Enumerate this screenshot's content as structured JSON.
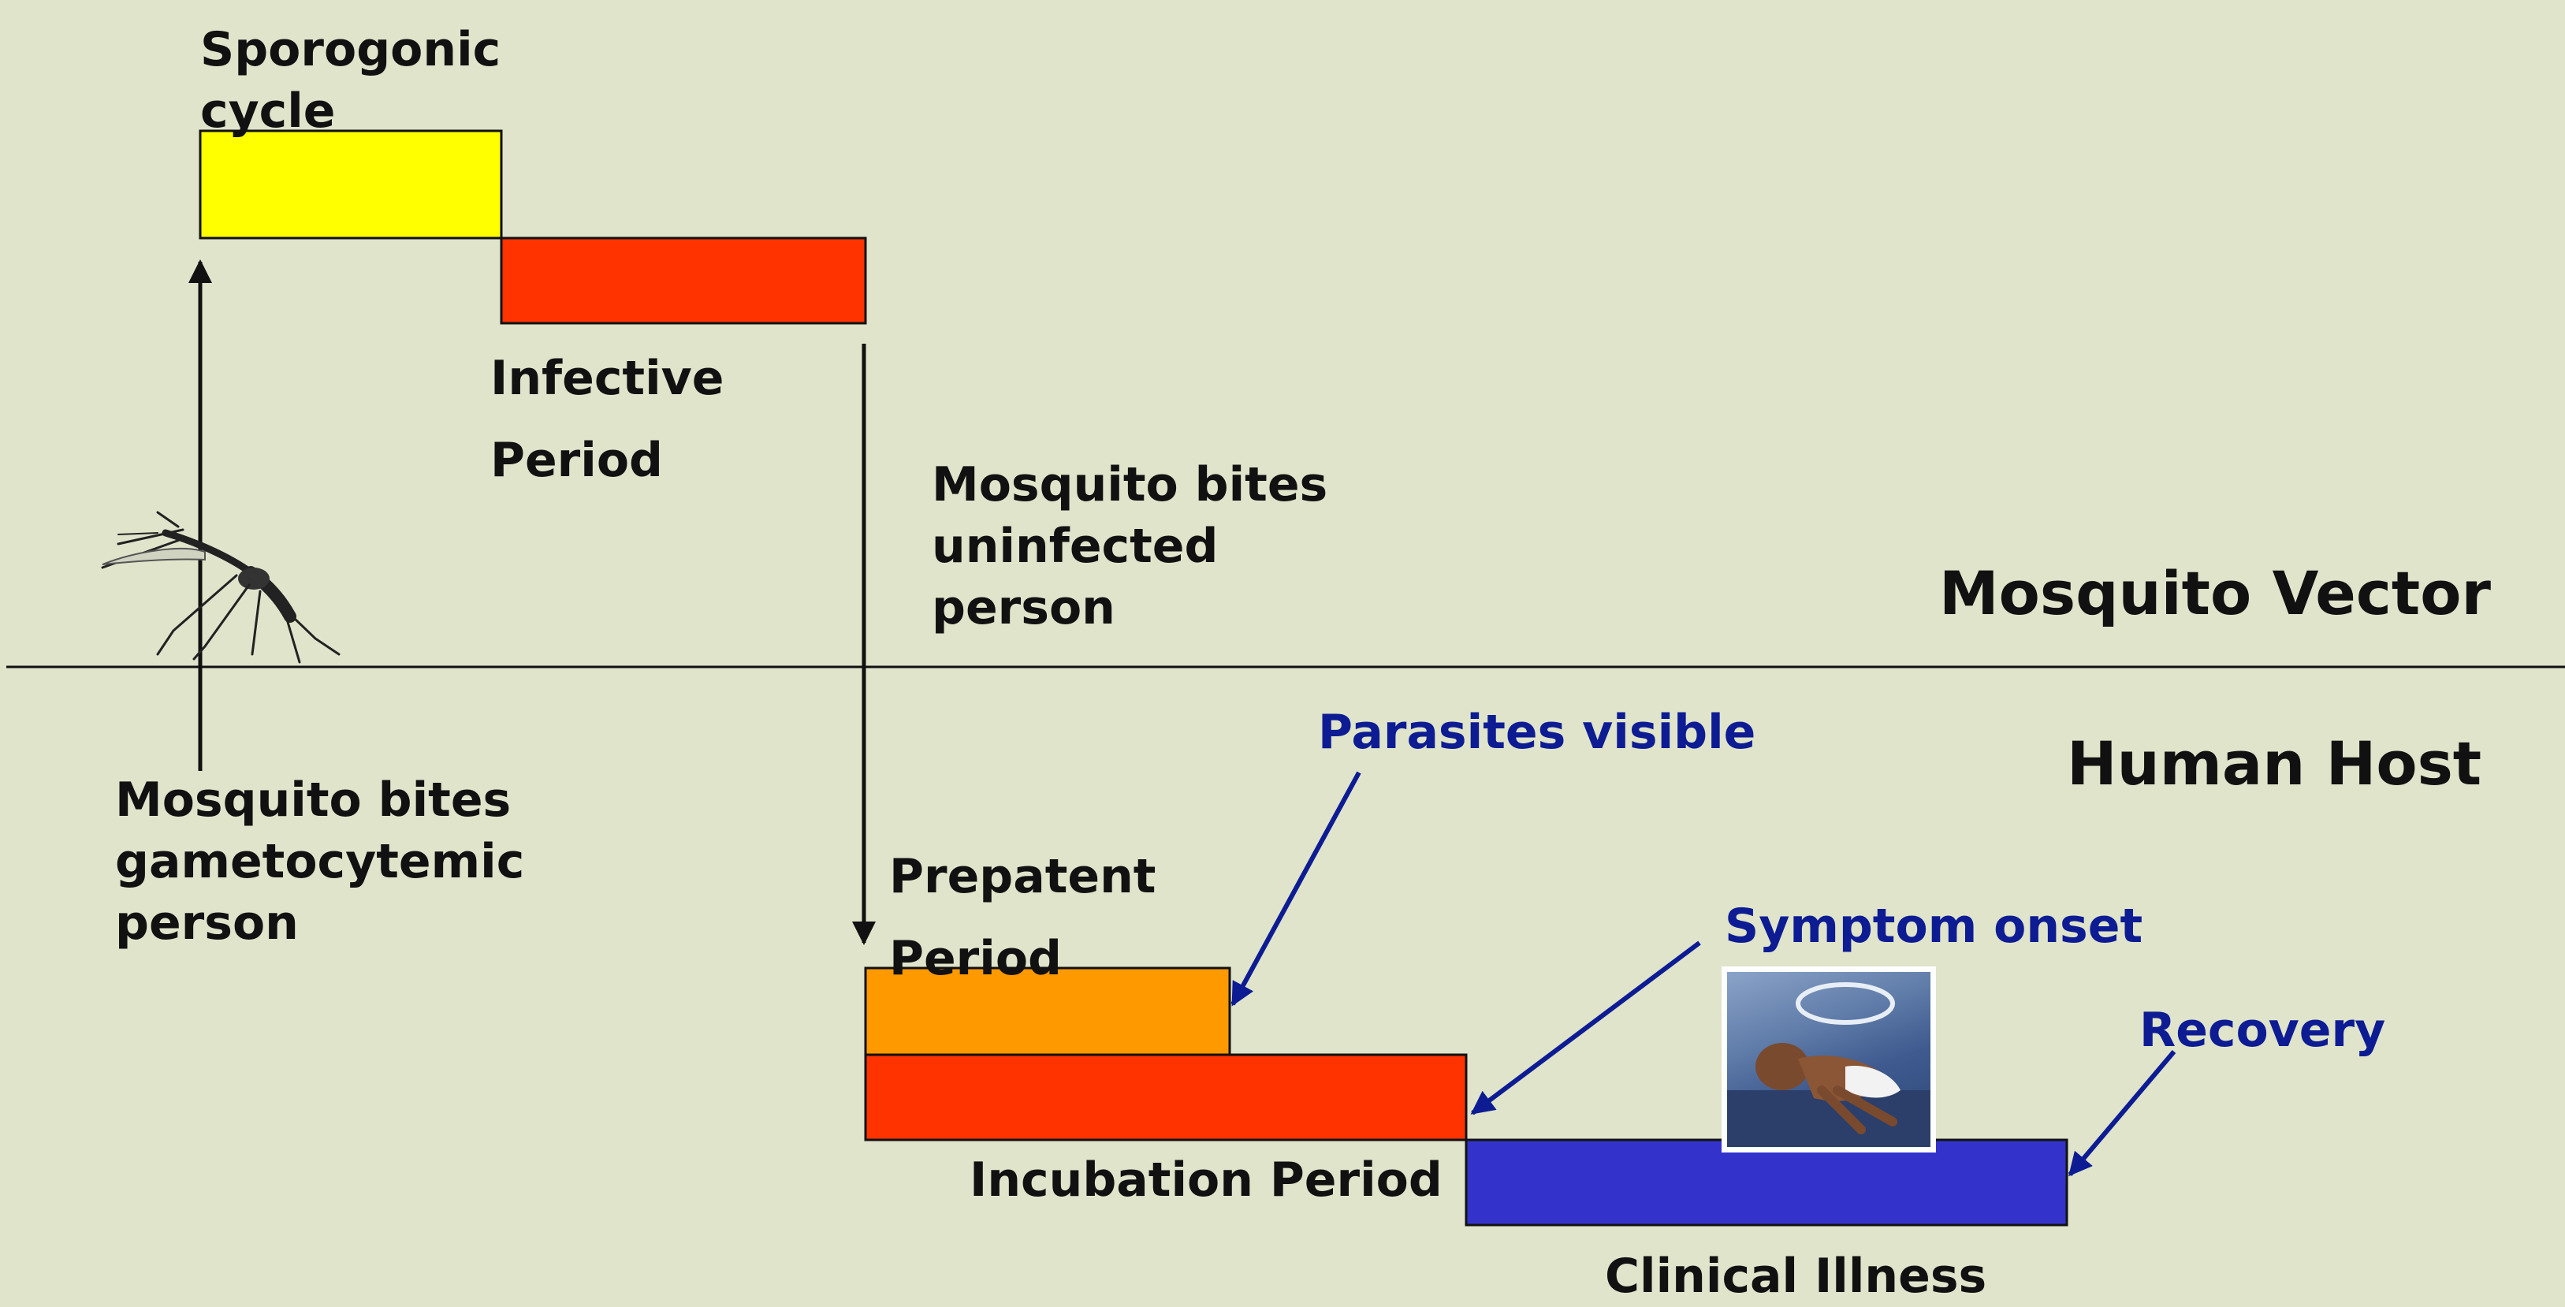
{
  "colors": {
    "background": "#dfe4cb",
    "sporogonic": "#ffff00",
    "infective": "#ff3300",
    "prepatent": "#ff9900",
    "incubation": "#ff3300",
    "clinical": "#3333cc",
    "annotation": "#0d1c93"
  },
  "labels": {
    "sporogonic": [
      "Sporogonic",
      "cycle"
    ],
    "infective": [
      "Infective",
      "Period"
    ],
    "bites_uninfected": [
      "Mosquito bites",
      "uninfected",
      "person"
    ],
    "bites_gametocytemic": [
      "Mosquito bites",
      "gametocytemic",
      "person"
    ],
    "prepatent": [
      "Prepatent",
      "Period"
    ],
    "incubation": "Incubation Period",
    "clinical": "Clinical  Illness"
  },
  "regions": {
    "mosquito": "Mosquito  Vector",
    "human": "Human Host"
  },
  "annotations": {
    "parasites_visible": "Parasites  visible",
    "symptom_onset": "Symptom onset",
    "recovery": "Recovery"
  },
  "icons": {
    "mosquito": "mosquito-icon",
    "patient_photo": "sick-child-photo"
  }
}
